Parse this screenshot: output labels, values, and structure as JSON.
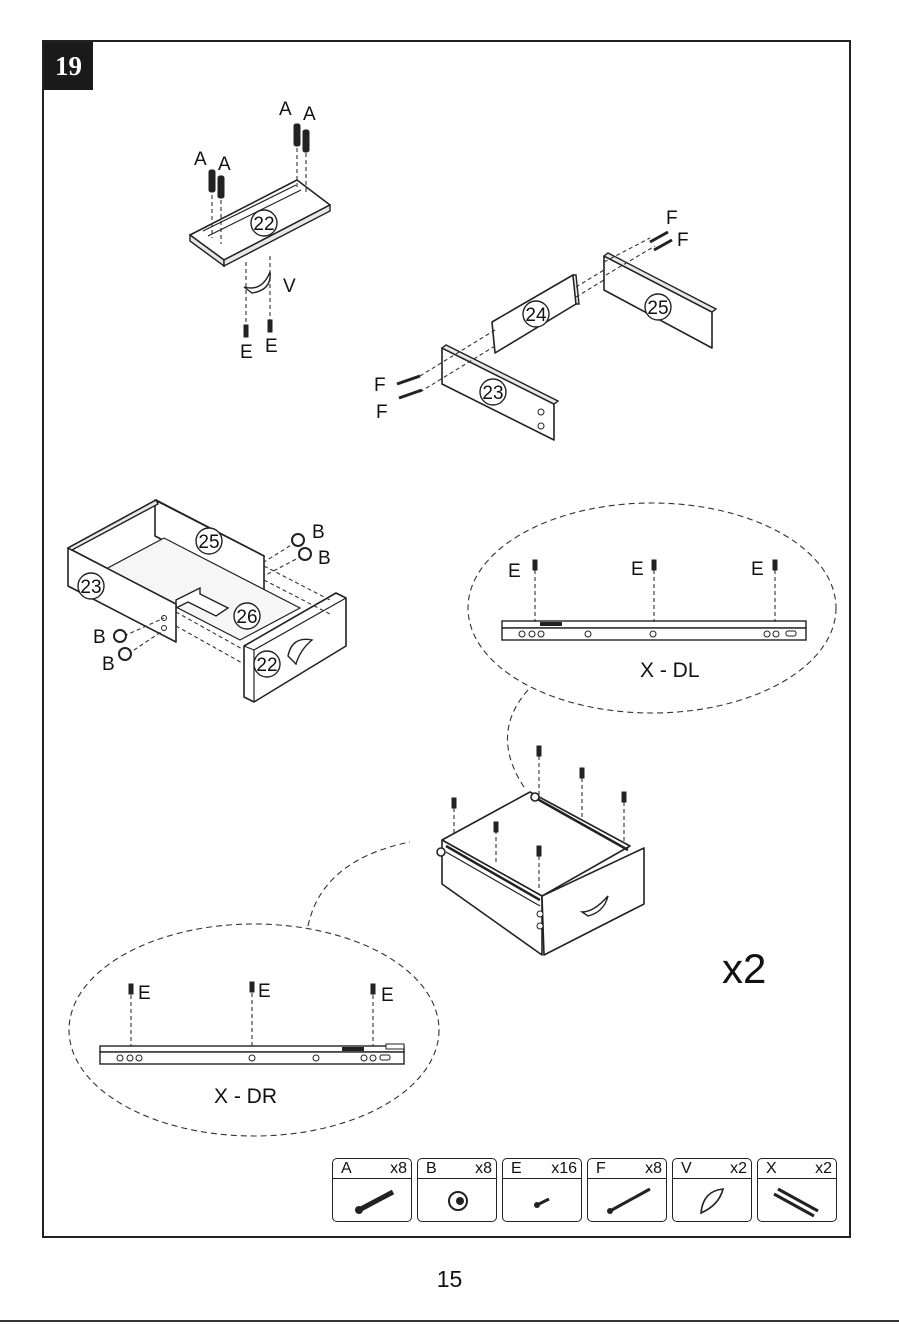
{
  "step": {
    "number": "19"
  },
  "labels": {
    "A": "A",
    "B": "B",
    "E": "E",
    "F": "F",
    "V": "V"
  },
  "part_numbers": {
    "p22": "22",
    "p23": "23",
    "p24": "24",
    "p25": "25",
    "p26": "26"
  },
  "callouts": {
    "left_rail": "X - DL",
    "right_rail": "X - DR"
  },
  "multiplier": "x2",
  "hardware": [
    {
      "code": "A",
      "qty": "x8",
      "icon": "dowel-icon"
    },
    {
      "code": "B",
      "qty": "x8",
      "icon": "cam-lock-icon"
    },
    {
      "code": "E",
      "qty": "x16",
      "icon": "short-screw-icon"
    },
    {
      "code": "F",
      "qty": "x8",
      "icon": "long-screw-icon"
    },
    {
      "code": "V",
      "qty": "x2",
      "icon": "handle-icon"
    },
    {
      "code": "X",
      "qty": "x2",
      "icon": "drawer-slide-icon"
    }
  ],
  "page_number": "15"
}
